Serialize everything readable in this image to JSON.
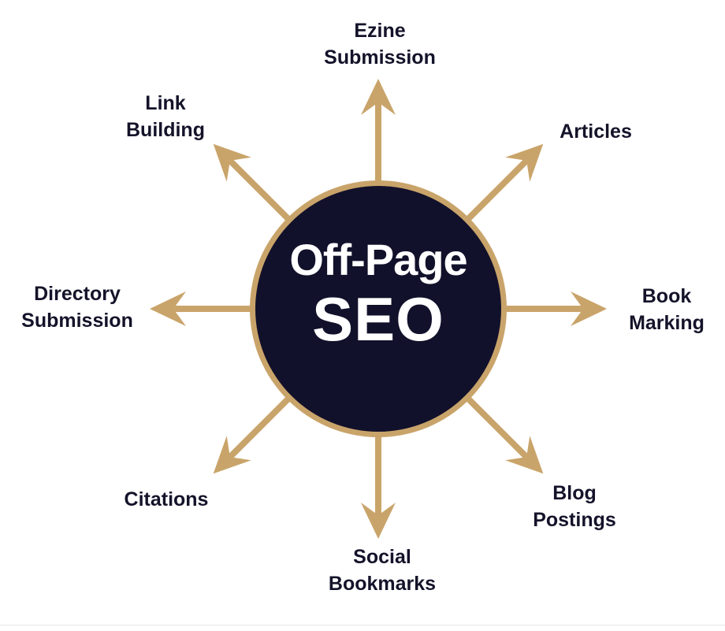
{
  "center": {
    "line1": "Off-Page",
    "line2": "SEO"
  },
  "colors": {
    "arrow": "#c9a46a",
    "circle": "#12112b",
    "text": "#14132a"
  },
  "nodes": {
    "ezine": {
      "l1": "Ezine",
      "l2": "Submission"
    },
    "articles": {
      "l1": "Articles"
    },
    "book_marking": {
      "l1": "Book",
      "l2": "Marking"
    },
    "blog_postings": {
      "l1": "Blog",
      "l2": "Postings"
    },
    "social_bookmarks": {
      "l1": "Social",
      "l2": "Bookmarks"
    },
    "citations": {
      "l1": "Citations"
    },
    "directory_submission": {
      "l1": "Directory",
      "l2": "Submission"
    },
    "link_building": {
      "l1": "Link",
      "l2": "Building"
    }
  }
}
